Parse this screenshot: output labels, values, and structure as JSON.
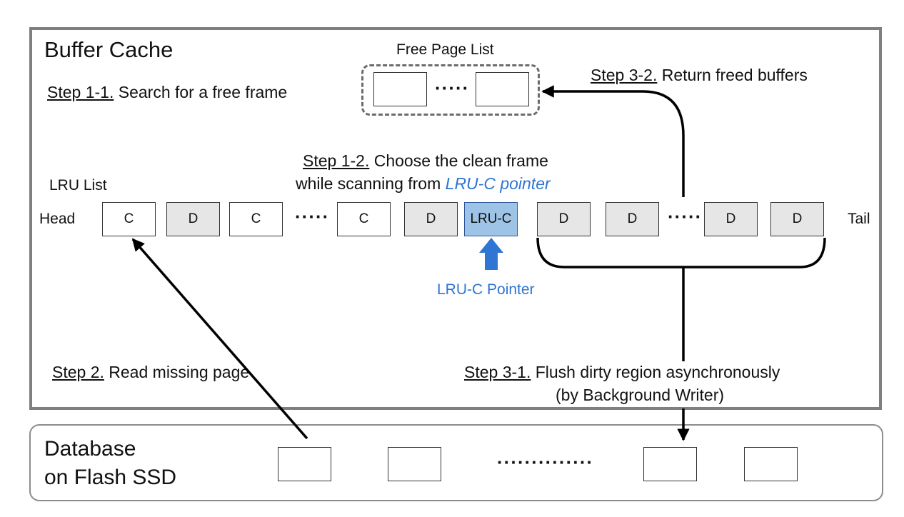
{
  "cache": {
    "title": "Buffer Cache",
    "free_page_list_label": "Free Page List",
    "lru_list_label": "LRU List",
    "head_label": "Head",
    "tail_label": "Tail",
    "dots_short": "·····",
    "dots_long": "··············",
    "frames": [
      {
        "label": "C",
        "state": "clean"
      },
      {
        "label": "D",
        "state": "dirty"
      },
      {
        "label": "C",
        "state": "clean"
      },
      {
        "label": "C",
        "state": "clean"
      },
      {
        "label": "D",
        "state": "dirty"
      },
      {
        "label": "LRU-C",
        "state": "lru-c"
      },
      {
        "label": "D",
        "state": "dirty"
      },
      {
        "label": "D",
        "state": "dirty"
      },
      {
        "label": "D",
        "state": "dirty"
      },
      {
        "label": "D",
        "state": "dirty"
      }
    ],
    "pointer_label": "LRU-C Pointer"
  },
  "steps": {
    "s11_num": "Step 1-1.",
    "s11_text": " Search for a free frame",
    "s12_num": "Step 1-2.",
    "s12_text": " Choose the clean frame",
    "s12_line2": "while scanning from ",
    "s12_italic": "LRU-C pointer",
    "s2_num": "Step 2.",
    "s2_text": " Read missing page",
    "s31_num": "Step 3-1.",
    "s31_text": " Flush dirty region asynchronously",
    "s31_line2": "(by Background Writer)",
    "s32_num": "Step 3-2.",
    "s32_text": " Return freed buffers"
  },
  "database": {
    "line1": "Database",
    "line2": "on Flash SSD"
  },
  "colors": {
    "lru_c_fill": "#9dc3e6",
    "accent_blue": "#2e75d4",
    "dirty_fill": "#e6e6e6"
  }
}
